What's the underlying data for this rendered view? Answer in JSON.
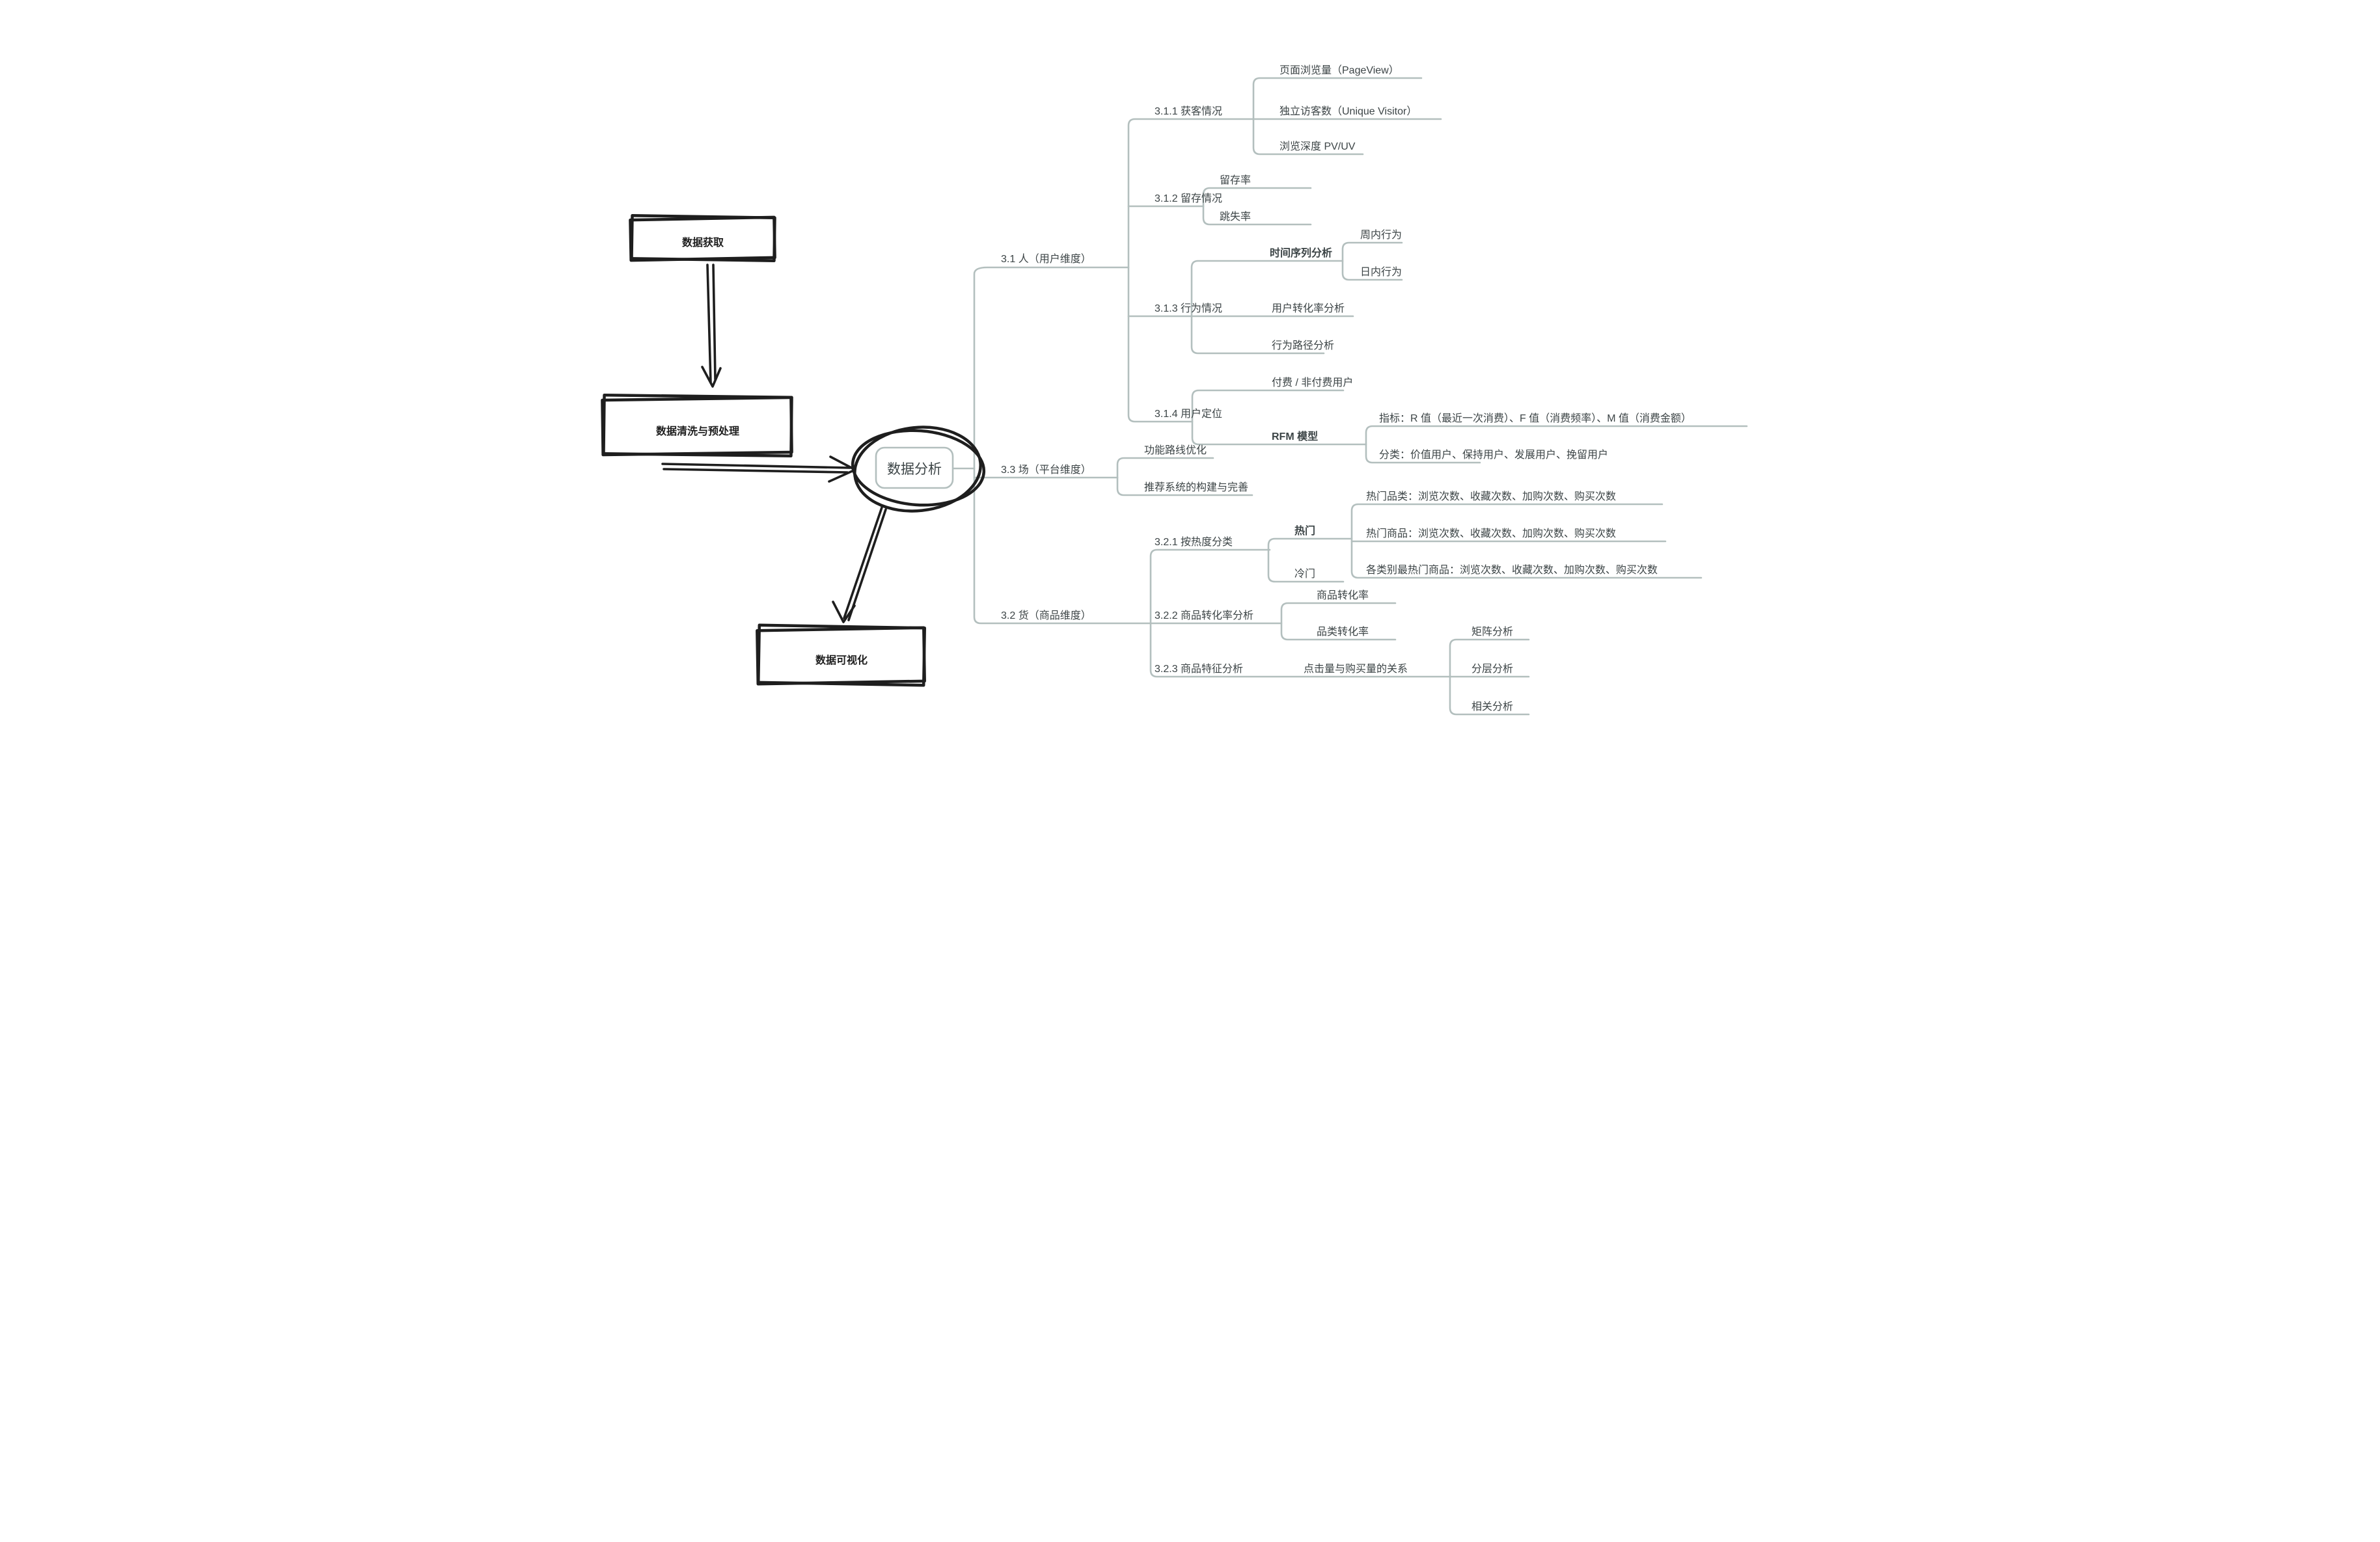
{
  "colors": {
    "branch_line": "#b3bfbe",
    "node_text": "#3c4446",
    "sketch_ink": "#1e1e1e"
  },
  "flow": {
    "acquire": "数据获取",
    "clean": "数据清洗与预处理",
    "analyze": "数据分析",
    "visualize": "数据可视化"
  },
  "map": {
    "user": {
      "label": "3.1 人（用户维度）"
    },
    "acquisition": {
      "label": "3.1.1 获客情况",
      "pv": "页面浏览量（PageView）",
      "uv": "独立访客数（Unique Visitor）",
      "depth": "浏览深度 PV/UV"
    },
    "retention": {
      "label": "3.1.2 留存情况",
      "keep": "留存率",
      "bounce": "跳失率"
    },
    "behavior": {
      "label": "3.1.3 行为情况",
      "timeseries": "时间序列分析",
      "weekly": "周内行为",
      "daily": "日内行为",
      "conversion": "用户转化率分析",
      "path": "行为路径分析"
    },
    "positioning": {
      "label": "3.1.4 用户定位",
      "pay": "付费 / 非付费用户",
      "rfm": "RFM 模型",
      "metrics": "指标：R 值（最近一次消费）、F 值（消费频率）、M 值（消费金额）",
      "classify": "分类：价值用户、保持用户、发展用户、挽留用户"
    },
    "platform": {
      "label": "3.3 场（平台维度）",
      "feature_route": "功能路线优化",
      "recommend": "推荐系统的构建与完善"
    },
    "goods": {
      "label": "3.2 货（商品维度）"
    },
    "heat": {
      "label": "3.2.1 按热度分类",
      "hot": "热门",
      "cold": "冷门",
      "hot_category": "热门品类：浏览次数、收藏次数、加购次数、购买次数",
      "hot_product": "热门商品：浏览次数、收藏次数、加购次数、购买次数",
      "top_by_category": "各类别最热门商品：浏览次数、收藏次数、加购次数、购买次数"
    },
    "goods_conversion": {
      "label": "3.2.2 商品转化率分析",
      "product": "商品转化率",
      "category": "品类转化率"
    },
    "goods_feature": {
      "label": "3.2.3 商品特征分析",
      "click_buy": "点击量与购买量的关系",
      "matrix": "矩阵分析",
      "layer": "分层分析",
      "correlation": "相关分析"
    }
  }
}
